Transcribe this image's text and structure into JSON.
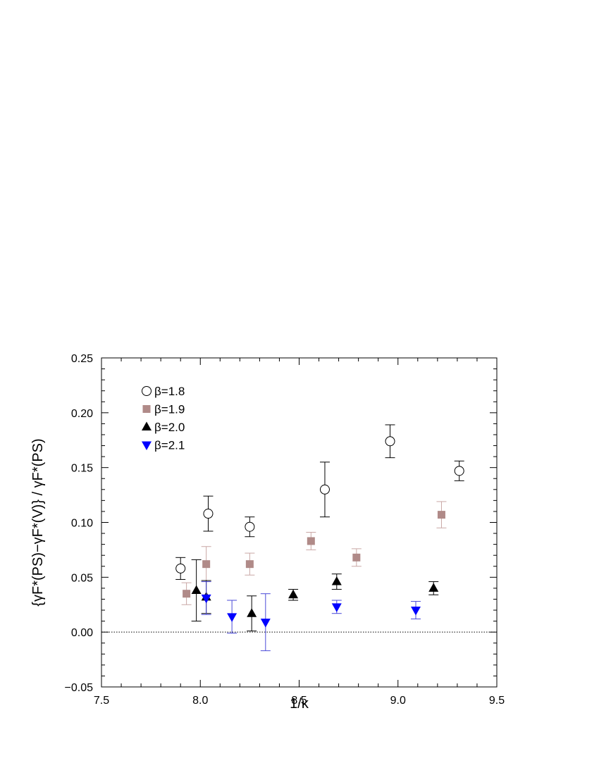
{
  "chart_data": {
    "type": "scatter",
    "xlabel": "1/κ",
    "ylabel": "{γF*(PS)−γF*(V)} / γF*(PS)",
    "xlim": [
      7.5,
      9.5
    ],
    "ylim": [
      -0.05,
      0.25
    ],
    "x_ticks": [
      "7.5",
      "8.0",
      "8.5",
      "9.0",
      "9.5"
    ],
    "y_ticks": [
      "−0.05",
      "0.00",
      "0.05",
      "0.10",
      "0.15",
      "0.20",
      "0.25"
    ],
    "x_tick_values": [
      7.5,
      8.0,
      8.5,
      9.0,
      9.5
    ],
    "y_tick_values": [
      -0.05,
      0.0,
      0.05,
      0.1,
      0.15,
      0.2,
      0.25
    ],
    "reference_line": {
      "y": 0.0,
      "style": "dotted"
    },
    "legend_position": "top-left",
    "series": [
      {
        "name": "β=1.8",
        "marker": "open-circle",
        "color": "#000000",
        "error_color": "#000000",
        "points": [
          {
            "x": 7.9,
            "y": 0.058,
            "err": 0.01
          },
          {
            "x": 8.04,
            "y": 0.108,
            "err": 0.016
          },
          {
            "x": 8.25,
            "y": 0.096,
            "err": 0.009
          },
          {
            "x": 8.63,
            "y": 0.13,
            "err": 0.025
          },
          {
            "x": 8.96,
            "y": 0.174,
            "err": 0.015
          },
          {
            "x": 9.31,
            "y": 0.147,
            "err": 0.009
          }
        ]
      },
      {
        "name": "β=1.9",
        "marker": "filled-square",
        "color": "#b08a88",
        "error_color": "#c9a7a5",
        "points": [
          {
            "x": 7.93,
            "y": 0.035,
            "err": 0.01
          },
          {
            "x": 8.03,
            "y": 0.062,
            "err": 0.016
          },
          {
            "x": 8.25,
            "y": 0.062,
            "err": 0.01
          },
          {
            "x": 8.56,
            "y": 0.083,
            "err": 0.008
          },
          {
            "x": 8.79,
            "y": 0.068,
            "err": 0.008
          },
          {
            "x": 9.22,
            "y": 0.107,
            "err": 0.012
          }
        ]
      },
      {
        "name": "β=2.0",
        "marker": "filled-triangle-up",
        "color": "#000000",
        "error_color": "#000000",
        "points": [
          {
            "x": 7.98,
            "y": 0.038,
            "err": 0.028
          },
          {
            "x": 8.03,
            "y": 0.032,
            "err": 0.015
          },
          {
            "x": 8.26,
            "y": 0.017,
            "err": 0.016
          },
          {
            "x": 8.47,
            "y": 0.034,
            "err": 0.005
          },
          {
            "x": 8.69,
            "y": 0.046,
            "err": 0.007
          },
          {
            "x": 9.18,
            "y": 0.04,
            "err": 0.006
          }
        ]
      },
      {
        "name": "β=2.1",
        "marker": "filled-triangle-down",
        "color": "#0000ff",
        "error_color": "#4a4ad8",
        "points": [
          {
            "x": 8.03,
            "y": 0.031,
            "err": 0.015
          },
          {
            "x": 8.16,
            "y": 0.014,
            "err": 0.015
          },
          {
            "x": 8.33,
            "y": 0.009,
            "err": 0.026
          },
          {
            "x": 8.69,
            "y": 0.023,
            "err": 0.006
          },
          {
            "x": 9.09,
            "y": 0.02,
            "err": 0.008
          }
        ]
      }
    ]
  }
}
